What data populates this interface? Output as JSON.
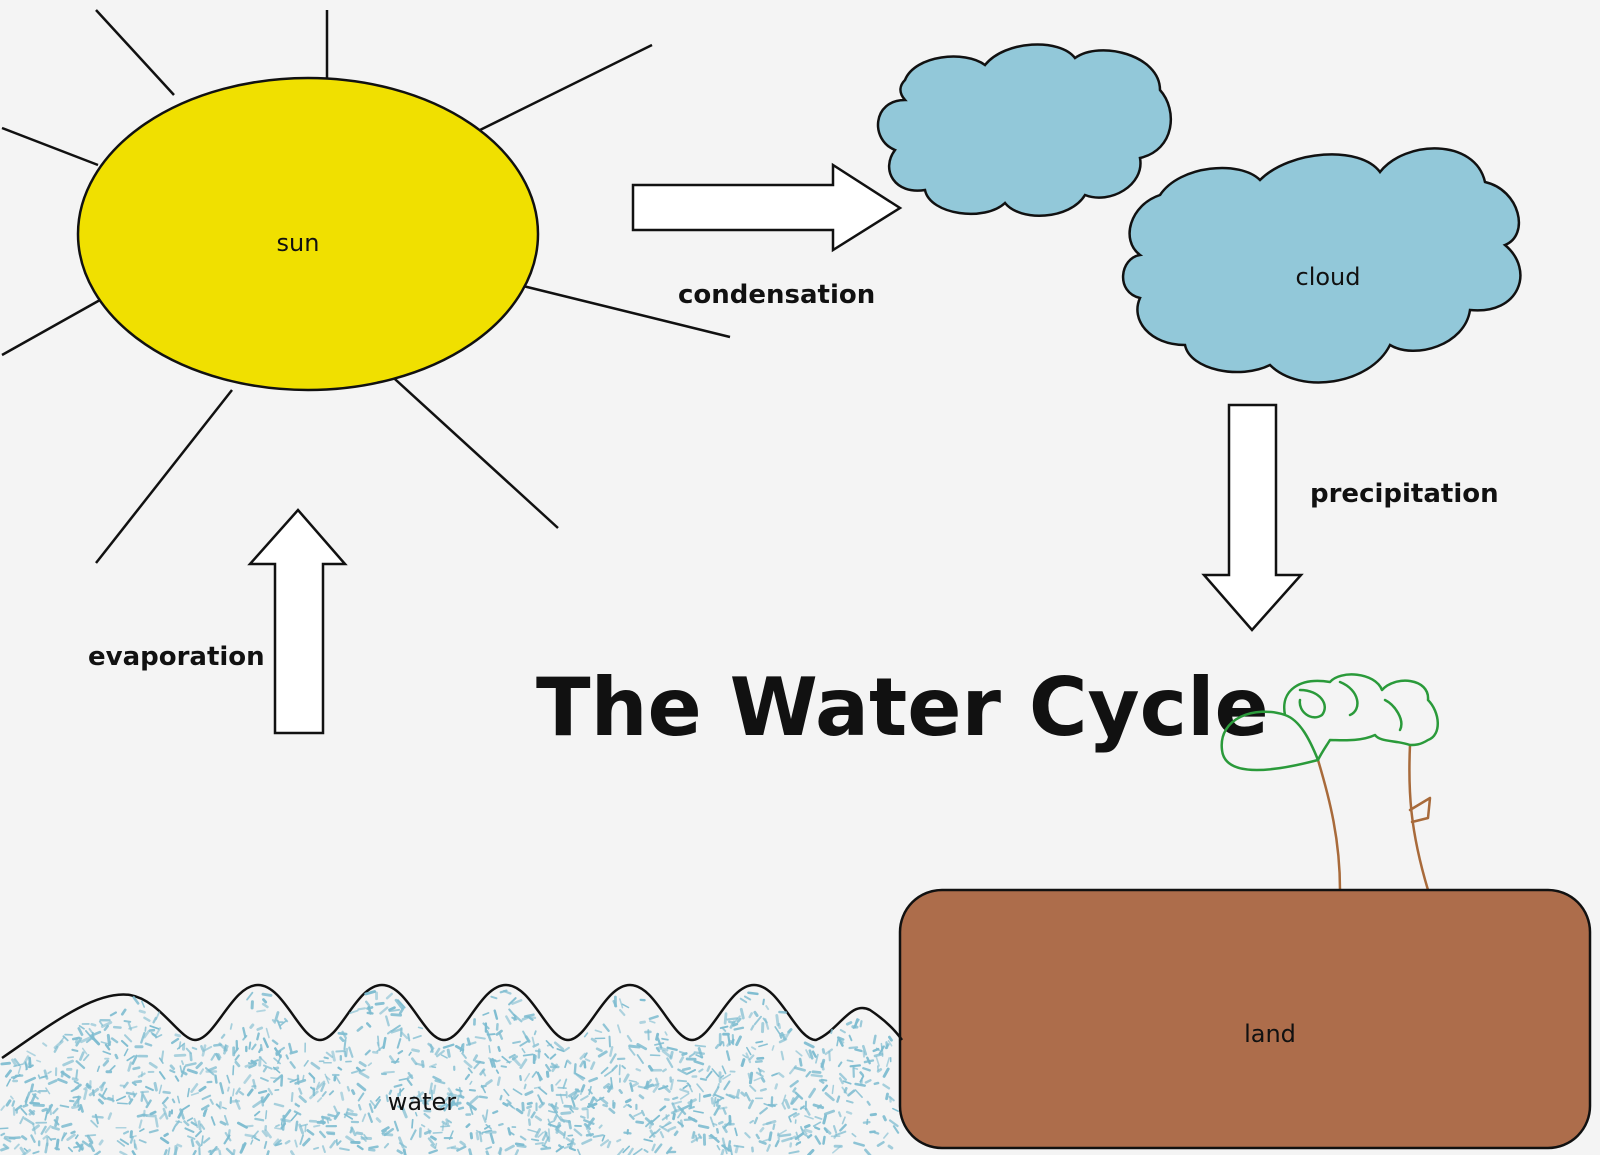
{
  "title": "The Water Cycle",
  "labels": {
    "sun": "sun",
    "cloud": "cloud",
    "land": "land",
    "water": "water"
  },
  "processes": {
    "condensation": "condensation",
    "precipitation": "precipitation",
    "evaporation": "evaporation"
  },
  "colors": {
    "sun": "#f0e000",
    "cloud": "#92c8d9",
    "land": "#ad6d4b",
    "water_speckle": "#7fbdd1",
    "tree_leaves": "#2a9a3a",
    "tree_trunk": "#a86a3a",
    "outline": "#111111",
    "background": "#f4f4f4"
  }
}
